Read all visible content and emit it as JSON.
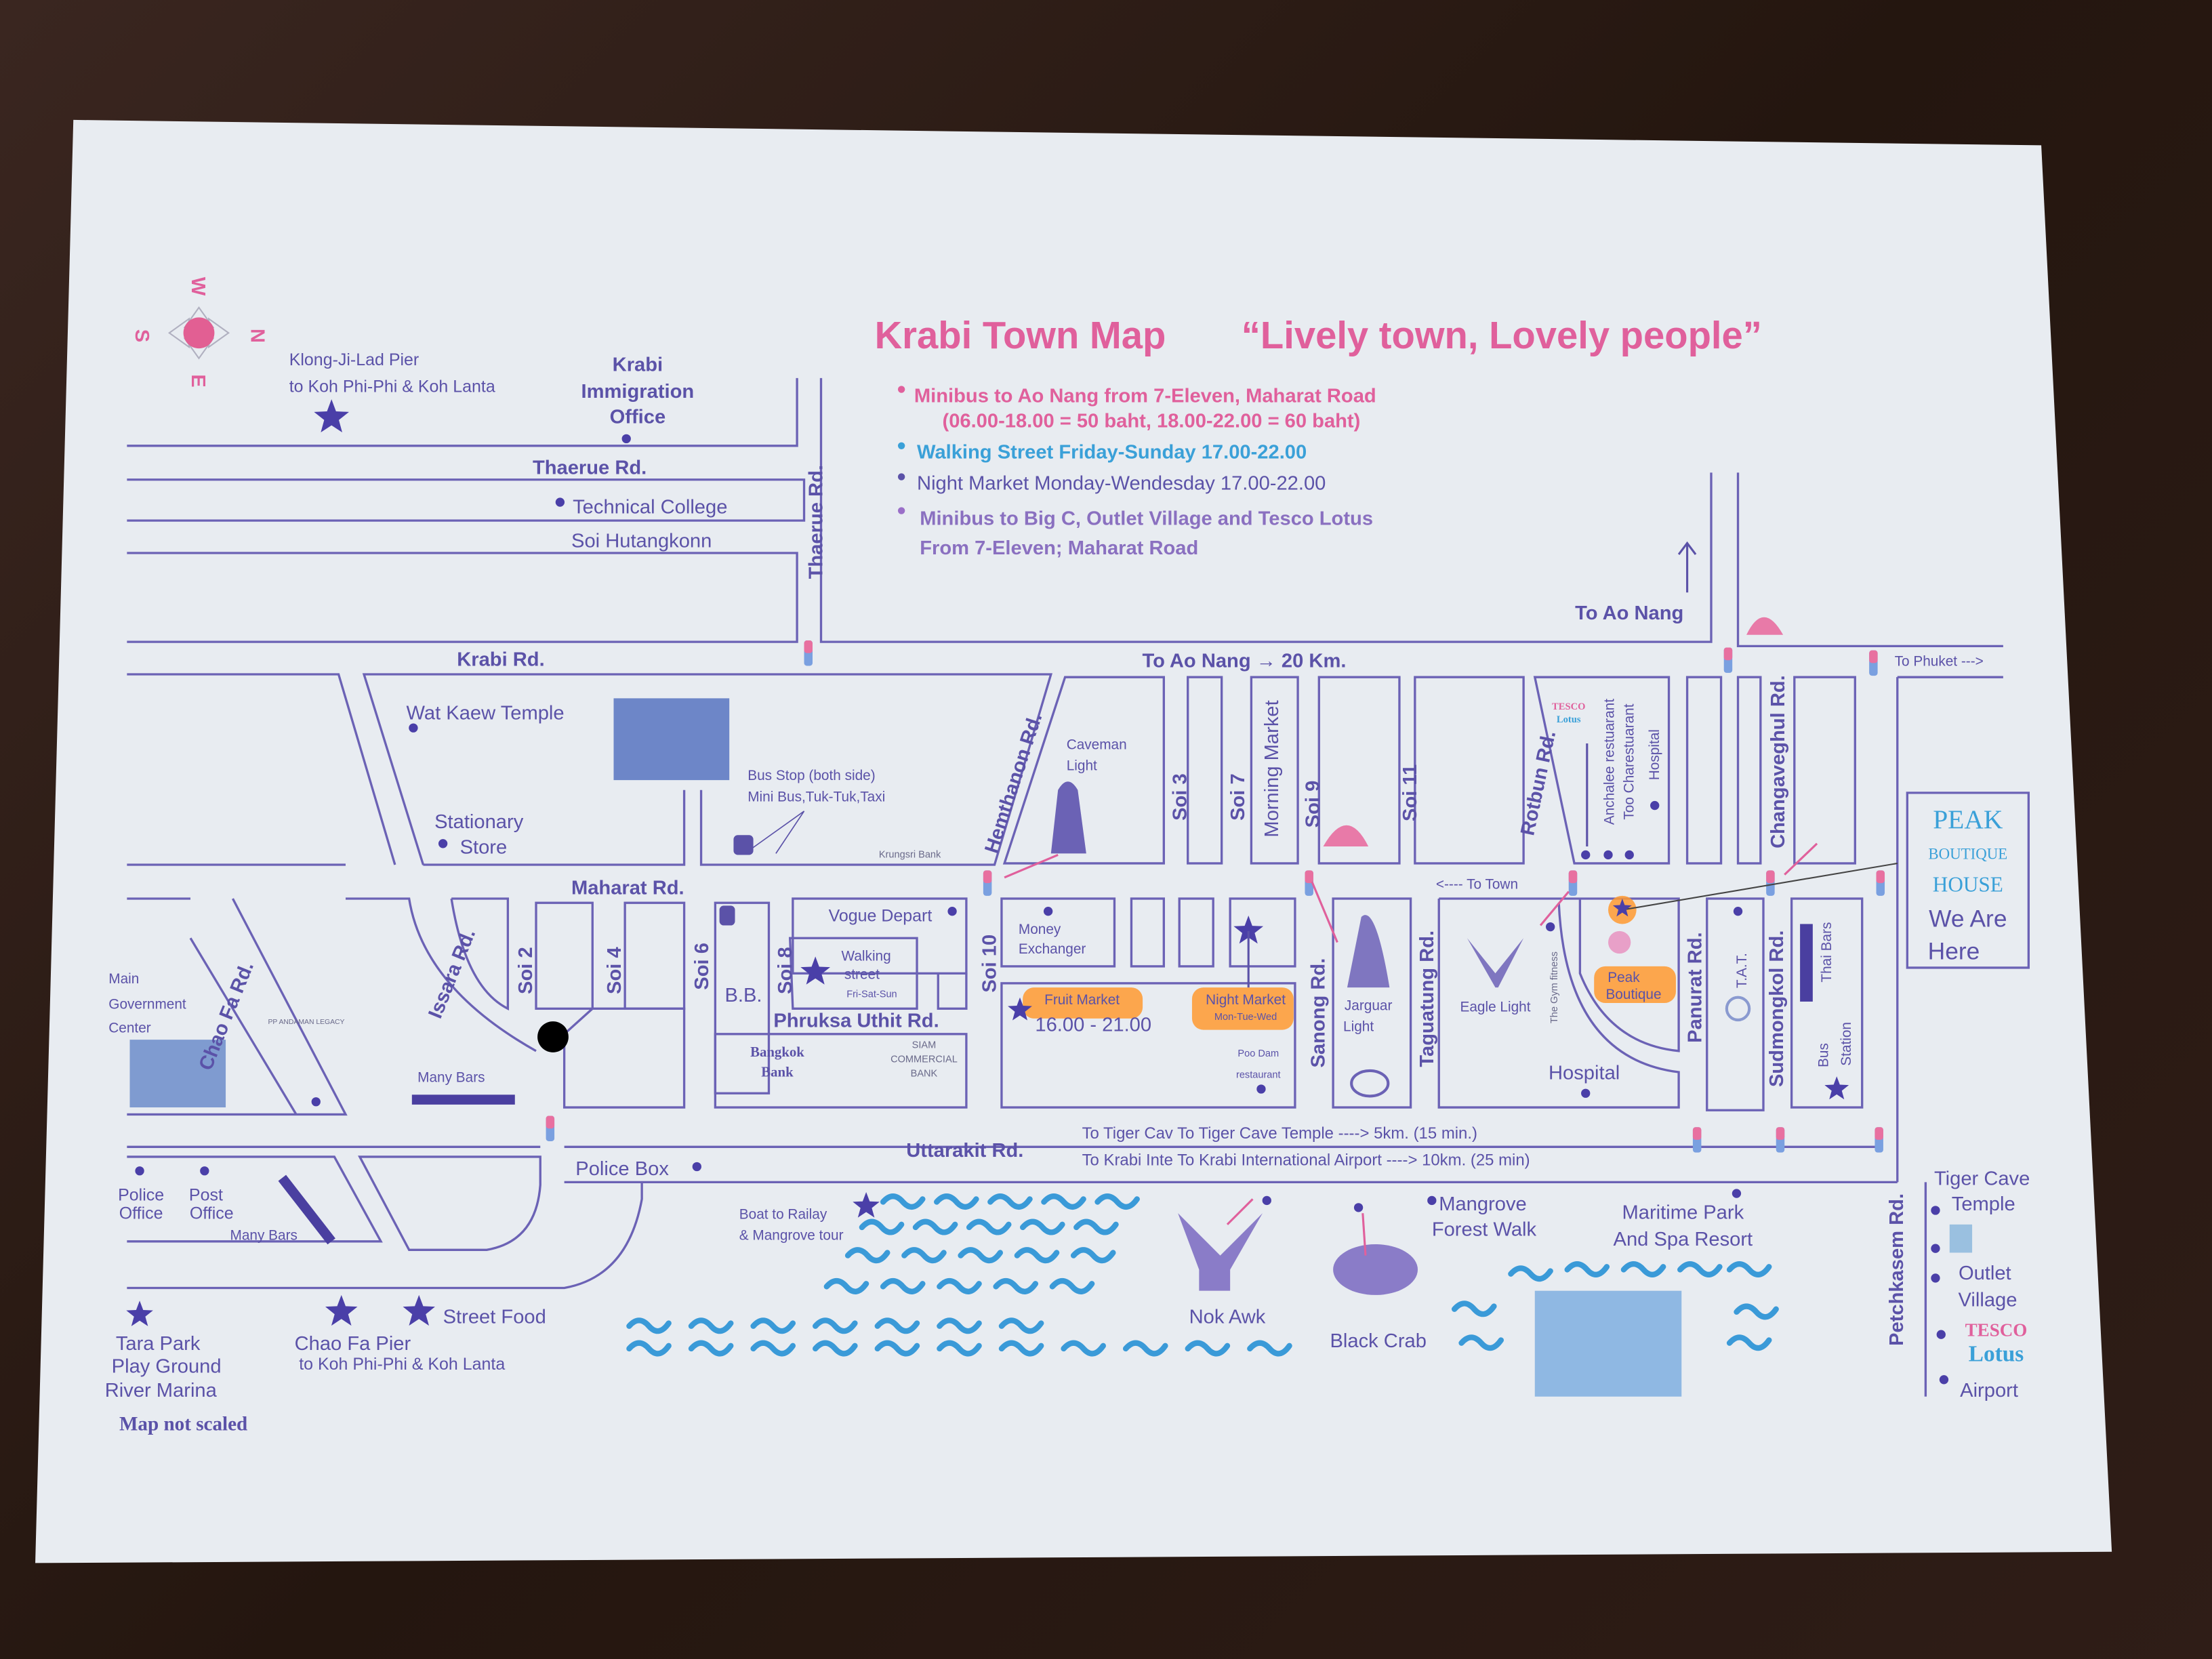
{
  "colors": {
    "road": "#6b62b5",
    "text": "#5b52a8",
    "title_pink": "#e0609c",
    "walking_blue": "#3aa0d8",
    "highlight": "#ff9a30",
    "paper": "#e8ecf1",
    "water": "#3a9ad8"
  },
  "compass": {
    "north": "N",
    "south": "S",
    "east": "E",
    "west": "W"
  },
  "header": {
    "title": "Krabi Town Map",
    "tagline": "“Lively town, Lovely people”",
    "notes": [
      {
        "line1": "Minibus to Ao Nang from 7-Eleven, Maharat Road",
        "line2": "(06.00-18.00 = 50 baht, 18.00-22.00 = 60 baht)"
      },
      {
        "line1": "Walking Street Friday-Sunday 17.00-22.00"
      },
      {
        "line1": "Night Market Monday-Wendesday 17.00-22.00"
      },
      {
        "line1": "Minibus to Big C, Outlet Village and Tesco Lotus",
        "line2": "From 7-Eleven; Maharat Road"
      }
    ]
  },
  "roads": {
    "thaerue_h": "Thaerue Rd.",
    "thaerue_v": "Thaerue Rd.",
    "soi_hutangkonn": "Soi Hutangkonn",
    "krabi": "Krabi Rd.",
    "to_ao_nang_20": "To Ao Nang → 20 Km.",
    "to_ao_nang": "To Ao Nang",
    "to_phuket": "To Phuket --->",
    "maharat": "Maharat Rd.",
    "to_town": "<---- To Town",
    "hemthanon": "Hemthanon Rd.",
    "rotbun": "Rotbun Rd.",
    "changaveghul": "Changaveghul Rd.",
    "issara": "Issara Rd.",
    "chao_fa": "Chao Fa Rd.",
    "phruksa_uthit": "Phruksa Uthit Rd.",
    "sanong": "Sanong Rd.",
    "taguatung": "Taguatung Rd.",
    "panurat": "Panurat Rd.",
    "sudmongkol": "Sudmongkol Rd.",
    "uttarakit": "Uttarakit Rd.",
    "petchkasem": "Petchkasem Rd.",
    "to_tiger_cave": "To Tiger Cav To Tiger Cave Temple ----> 5km. (15 min.)",
    "to_airport": "To Krabi Inte To Krabi International Airport ----> 10km. (25 min)",
    "soi": {
      "s2": "Soi 2",
      "s3": "Soi 3",
      "s4": "Soi 4",
      "s6": "Soi 6",
      "s7": "Soi 7",
      "s8": "Soi 8",
      "s9": "Soi 9",
      "s10": "Soi 10",
      "s11": "Soi 11"
    }
  },
  "places": {
    "klong_pier": [
      "Klong-Ji-Lad Pier",
      "to Koh Phi-Phi & Koh Lanta"
    ],
    "immigration": [
      "Krabi",
      "Immigration",
      "Office"
    ],
    "technical_college": "Technical College",
    "wat_kaew": "Wat Kaew Temple",
    "stationary": [
      "Stationary",
      "Store"
    ],
    "bus_stop": [
      "Bus Stop (both side)",
      "Mini Bus,Tuk-Tuk,Taxi"
    ],
    "krungsri": "Krungsri Bank",
    "caveman": [
      "Caveman",
      "Light"
    ],
    "morning_market": "Morning Market",
    "tesco_small": [
      "TESCO",
      "Lotus"
    ],
    "anchalee": "Anchalee restuarant",
    "too_cha": "Too Charestuarant",
    "hospital_top": "Hospital",
    "vogue": "Vogue Depart",
    "money": [
      "Money",
      "Exchanger"
    ],
    "walking_street": [
      "Walking",
      "street",
      "Fri-Sat-Sun"
    ],
    "bb": "B.B.",
    "gov_center": [
      "Main",
      "Government",
      "Center"
    ],
    "pp_andaman": "PP ANDAMAN LEGACY",
    "many_bars_1": "Many Bars",
    "bangkok_bank": [
      "Bangkok",
      "Bank"
    ],
    "siam_bank": [
      "SIAM",
      "COMMERCIAL",
      "BANK"
    ],
    "fruit_market": [
      "Fruit Market",
      "16.00 - 21.00"
    ],
    "night_market": [
      "Night Market",
      "Mon-Tue-Wed"
    ],
    "poo_dam": [
      "Poo Dam",
      "restaurant"
    ],
    "jarguar": [
      "Jarguar",
      "Light"
    ],
    "eagle": "Eagle Light",
    "gym": "The Gym fitness",
    "peak_boutique": [
      "Peak",
      "Boutique"
    ],
    "hospital": "Hospital",
    "tat": "T.A.T.",
    "thai_bars": "Thai Bars",
    "bus_station": [
      "Bus",
      "Station"
    ],
    "peak_house": [
      "PEAK",
      "BOUTIQUE",
      "HOUSE",
      "We Are",
      "Here"
    ],
    "police_box": "Police Box",
    "police_office": [
      "Police",
      "Office"
    ],
    "post_office": [
      "Post",
      "Office"
    ],
    "many_bars_2": "Many Bars",
    "boat_railay": [
      "Boat to Railay",
      "& Mangrove tour"
    ],
    "nok_awk": "Nok Awk",
    "black_crab": "Black Crab",
    "mangrove": [
      "Mangrove",
      "Forest Walk"
    ],
    "maritime": [
      "Maritime Park",
      "And Spa Resort"
    ],
    "tiger_cave": [
      "Tiger Cave",
      "Temple"
    ],
    "outlet": [
      "Outlet",
      "Village"
    ],
    "tesco": [
      "TESCO",
      "Lotus"
    ],
    "airport": "Airport",
    "tara_park": [
      "Tara Park",
      "Play Ground",
      "River Marina"
    ],
    "chao_fa_pier": [
      "Chao Fa Pier",
      "to Koh Phi-Phi & Koh Lanta"
    ],
    "street_food": "Street Food",
    "map_not_scaled": "Map not scaled"
  }
}
